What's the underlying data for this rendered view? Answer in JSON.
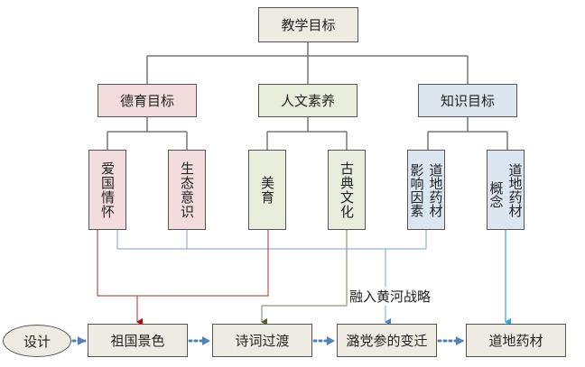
{
  "root": {
    "label": "教学目标"
  },
  "goals": [
    {
      "label": "德育目标",
      "color": "#f3dcdd",
      "children": [
        {
          "label": "爱国情怀"
        },
        {
          "label": "生态意识"
        }
      ]
    },
    {
      "label": "人文素养",
      "color": "#e9eedc",
      "children": [
        {
          "label": "美育"
        },
        {
          "label": "古典文化"
        }
      ]
    },
    {
      "label": "知识目标",
      "color": "#dce6f1",
      "children": [
        {
          "lines": [
            "道地药材",
            "影响因素"
          ]
        },
        {
          "lines": [
            "道地药材",
            "概念"
          ]
        }
      ]
    }
  ],
  "annotation": "融入黄河战略",
  "flow": {
    "start": "设计",
    "steps": [
      "祖国景色",
      "诗词过渡",
      "潞党参的变迁",
      "道地药材"
    ]
  },
  "colors": {
    "connector": "#777777",
    "red_link": "#c0504d",
    "green_link": "#76866a",
    "blue_link": "#8fb4d9",
    "cyan_link": "#4aaed6",
    "flow_arrow": "#4f81bd"
  }
}
